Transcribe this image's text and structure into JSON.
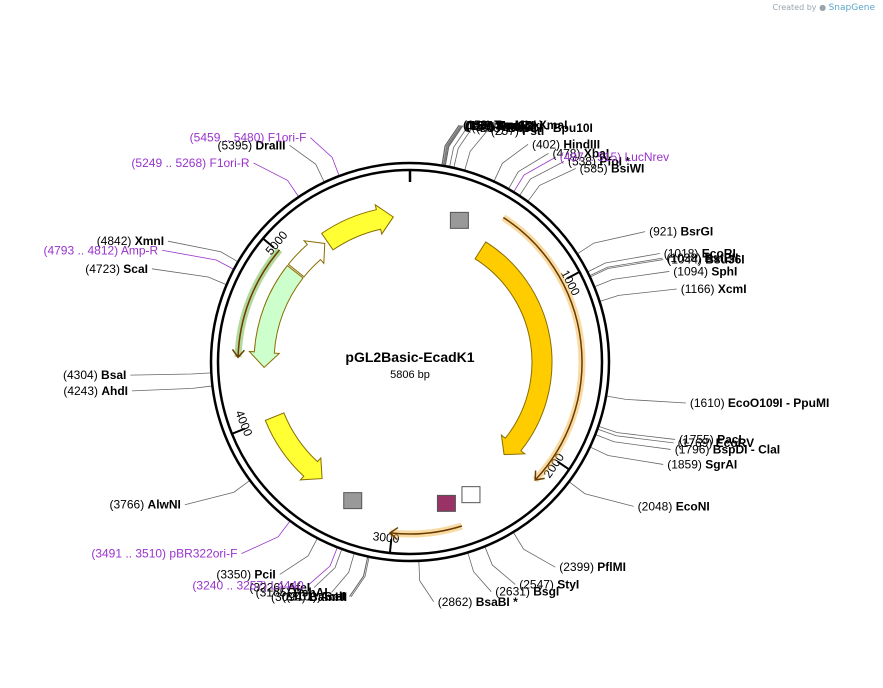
{
  "brand": {
    "created_by": "Created by",
    "product": "SnapGene"
  },
  "plasmid": {
    "name": "pGL2Basic-EcadK1",
    "size_label": "5806 bp",
    "length": 5806
  },
  "ticks": [
    "1000",
    "2000",
    "3000",
    "4000",
    "5000"
  ],
  "enzymes": [
    {
      "pos": "148",
      "name": "TspMI",
      "name2": "XmaI",
      "site": 148
    },
    {
      "pos": "150",
      "name": "SmaI",
      "site": 150
    },
    {
      "pos": "155",
      "name": "Acc65I",
      "site": 155
    },
    {
      "pos": "159",
      "name": "KpnI",
      "site": 159
    },
    {
      "pos": "163",
      "name": "Eco53kI",
      "site": 163
    },
    {
      "pos": "165",
      "name": "SacI",
      "site": 165
    },
    {
      "pos": "185",
      "name": "PaqCI",
      "site": 185
    },
    {
      "pos": "205",
      "name": "BbvCI",
      "name2": "Bpu10I",
      "site": 205
    },
    {
      "pos": "257",
      "name": "PstI",
      "site": 257
    },
    {
      "pos": "402",
      "name": "HindIII",
      "site": 402
    },
    {
      "pos": "478",
      "name": "XbaI",
      "site": 478
    },
    {
      "pos": "538",
      "name": "PfoI",
      "star": true,
      "site": 538
    },
    {
      "pos": "585",
      "name": "BsiWI",
      "site": 585
    },
    {
      "pos": "921",
      "name": "BsrGI",
      "site": 921
    },
    {
      "pos": "1018",
      "name": "EcoRI",
      "site": 1018
    },
    {
      "pos": "1038",
      "name": "BstEII",
      "site": 1038
    },
    {
      "pos": "1044",
      "name": "Bsu36I",
      "site": 1044
    },
    {
      "pos": "1094",
      "name": "SphI",
      "site": 1094
    },
    {
      "pos": "1166",
      "name": "XcmI",
      "site": 1166
    },
    {
      "pos": "1610",
      "name": "EcoO109I",
      "name2": "PpuMI",
      "site": 1610
    },
    {
      "pos": "1755",
      "name": "PacI",
      "site": 1755
    },
    {
      "pos": "1769",
      "name": "EcoRV",
      "site": 1769
    },
    {
      "pos": "1796",
      "name": "BspDI",
      "name2": "ClaI",
      "site": 1796
    },
    {
      "pos": "1859",
      "name": "SgrAI",
      "site": 1859
    },
    {
      "pos": "2048",
      "name": "EcoNI",
      "site": 2048
    },
    {
      "pos": "2399",
      "name": "PflMI",
      "site": 2399
    },
    {
      "pos": "2547",
      "name": "StyI",
      "site": 2547
    },
    {
      "pos": "2631",
      "name": "BsgI",
      "site": 2631
    },
    {
      "pos": "2862",
      "name": "BsaBI",
      "star": true,
      "site": 2862
    },
    {
      "pos": "3094",
      "name": "BamHI",
      "site": 3094
    },
    {
      "pos": "3100",
      "name": "SalI",
      "site": 3100
    },
    {
      "pos": "3101",
      "name": "AccI",
      "site": 3101
    },
    {
      "pos": "3165",
      "name": "PshAI",
      "site": 3165
    },
    {
      "pos": "3226",
      "name": "AfeI",
      "site": 3226
    },
    {
      "pos": "3350",
      "name": "PciI",
      "site": 3350
    },
    {
      "pos": "3766",
      "name": "AlwNI",
      "site": 3766
    },
    {
      "pos": "4243",
      "name": "AhdI",
      "site": 4243
    },
    {
      "pos": "4304",
      "name": "BsaI",
      "site": 4304
    },
    {
      "pos": "4723",
      "name": "ScaI",
      "site": 4723
    },
    {
      "pos": "4842",
      "name": "XmnI",
      "site": 4842
    },
    {
      "pos": "5395",
      "name": "DraIII",
      "site": 5395
    }
  ],
  "primers": [
    {
      "range": "5459 .. 5480",
      "name": "F1ori-F",
      "site": 5470
    },
    {
      "range": "5249 .. 5268",
      "name": "F1ori-R",
      "site": 5258
    },
    {
      "range": "4793 .. 4812",
      "name": "Amp-R",
      "site": 4802
    },
    {
      "range": "497 .. 515",
      "name": "LucNrev",
      "site": 506
    },
    {
      "range": "3491 .. 3510",
      "name": "pBR322ori-F",
      "site": 3500
    },
    {
      "range": "3240 .. 3257",
      "name": "L4440",
      "site": 3248
    }
  ],
  "features": [
    {
      "name": "luciferase",
      "start": 520,
      "end": 2170,
      "color": "#ffcc00"
    },
    {
      "name": "f1 ori",
      "start": 5250,
      "end": 5700,
      "color": "#ffff33"
    },
    {
      "name": "AmpR promoter",
      "start": 4980,
      "end": 5230,
      "color": "#ffffff"
    },
    {
      "name": "AmpR",
      "start": 4970,
      "end": 4320,
      "color": "#ccffcc"
    },
    {
      "name": "ori",
      "start": 4000,
      "end": 3500,
      "color": "#ffff33"
    },
    {
      "name": "SV40 poly(A) signal",
      "start": 3330,
      "end": 3200,
      "color": "#999999"
    },
    {
      "name": "SV40 poly(A) signal",
      "start": 240,
      "end": 380,
      "color": "#999999"
    },
    {
      "name": "small t intron",
      "start": 2470,
      "end": 2540,
      "color": "#ffffff"
    },
    {
      "name": "SV40 NLS",
      "start": 2640,
      "end": 2700,
      "color": "#993366"
    }
  ],
  "outer_arrows": [
    {
      "start": 530,
      "end": 2150,
      "color": "#f0b030"
    },
    {
      "start": 2620,
      "end": 3010,
      "color": "#f0b030"
    },
    {
      "start": 5010,
      "end": 4380,
      "color": "#55aa22"
    }
  ]
}
